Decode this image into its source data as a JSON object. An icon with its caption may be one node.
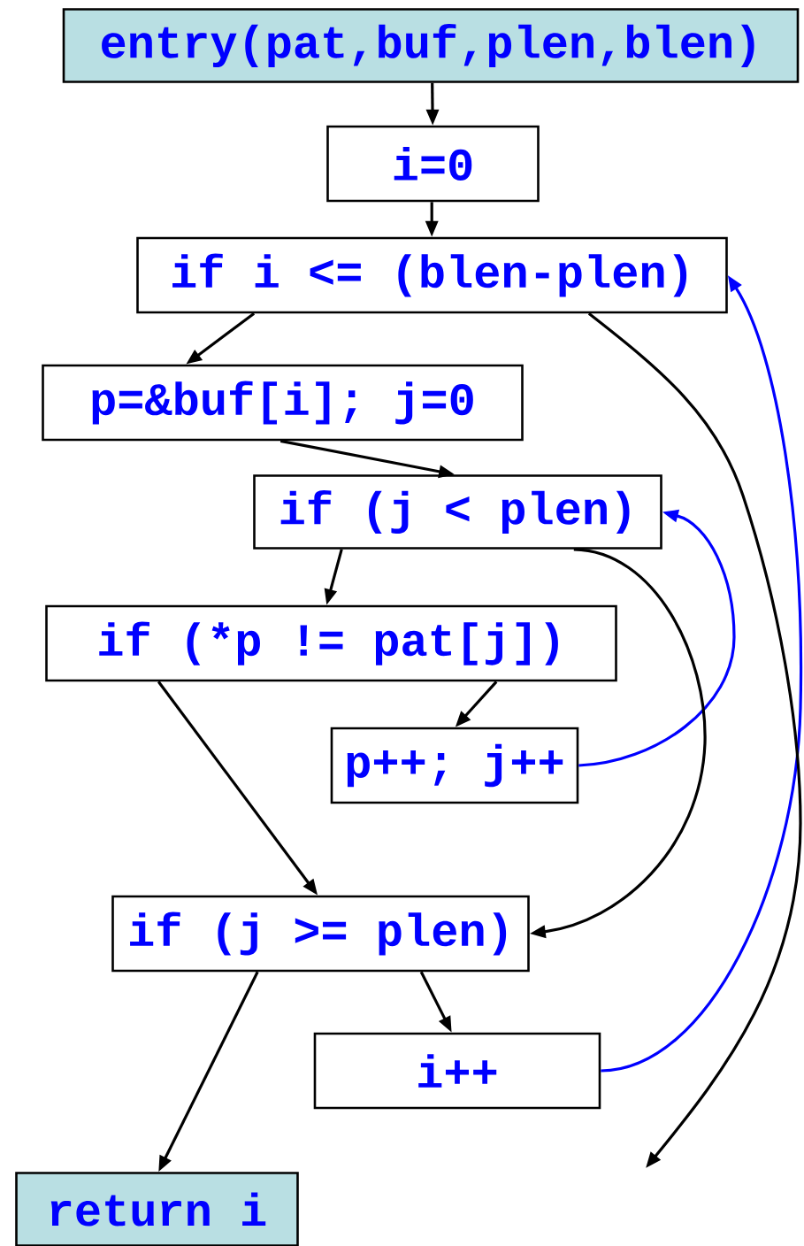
{
  "diagram": {
    "nodes": [
      {
        "text": [
          "entry(pat,buf,plen,blen)"
        ]
      },
      {
        "text": [
          "i=0"
        ]
      },
      {
        "text": [
          "if i <= (blen-plen)"
        ]
      },
      {
        "text": [
          "p=&buf[i]; j=0"
        ]
      },
      {
        "text": [
          "if (j < plen)"
        ]
      },
      {
        "text": [
          "if (*p != pat[j])"
        ]
      },
      {
        "text": [
          "p++; j++"
        ]
      },
      {
        "text": [
          "if (j >= plen)"
        ]
      },
      {
        "text": [
          "i++"
        ]
      },
      {
        "text": [
          "return i"
        ]
      }
    ],
    "edges": [
      {
        "from": 0,
        "to": 1,
        "arrow": "to"
      },
      {
        "from": 1,
        "to": 2,
        "arrow": "to"
      },
      {
        "from": 2,
        "to": 3,
        "arrow": "to"
      },
      {
        "from": 3,
        "to": 4,
        "arrow": "to"
      },
      {
        "from": 4,
        "to": 5,
        "arrow": "to"
      },
      {
        "from": 5,
        "to": 6,
        "arrow": "to"
      },
      {
        "from": 6,
        "to": 4,
        "arrow": "to",
        "color": "#0000ff"
      },
      {
        "from": 5,
        "to": 7,
        "arrow": "to"
      },
      {
        "from": 4,
        "to": 7,
        "arrow": "to"
      },
      {
        "from": 7,
        "to": 9,
        "arrow": "to"
      },
      {
        "from": 7,
        "to": 8,
        "arrow": "to"
      },
      {
        "from": 8,
        "to": 2,
        "arrow": "to",
        "color": "#0000ff"
      },
      {
        "from": 2,
        "to": null,
        "arrow": "to"
      }
    ]
  }
}
